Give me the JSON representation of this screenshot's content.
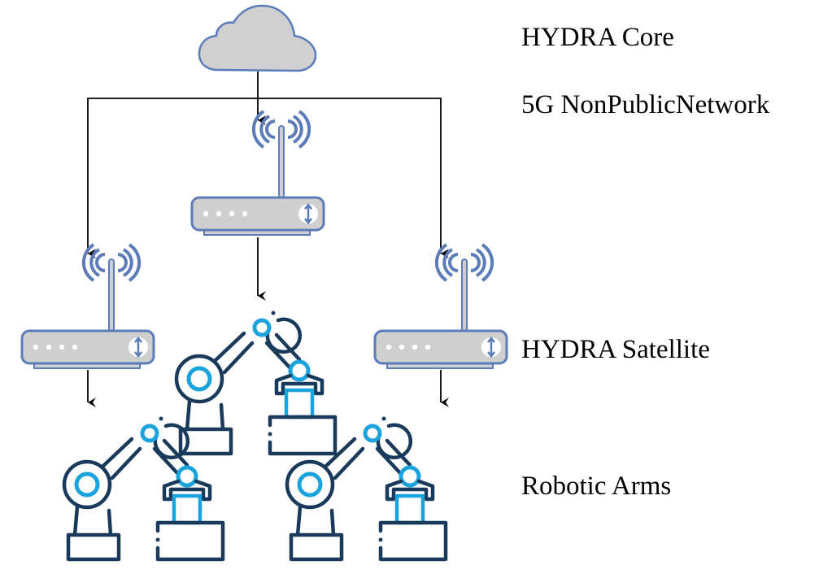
{
  "diagram": {
    "labels": {
      "core": "HYDRA Core",
      "network": "5G NonPublicNetwork",
      "satellite": "HYDRA Satellite",
      "arms": "Robotic Arms"
    },
    "nodes": {
      "cloud": {
        "name": "HYDRA Core",
        "icon": "cloud-icon"
      },
      "routers": [
        {
          "id": "center",
          "icon": "wireless-router-icon"
        },
        {
          "id": "left",
          "icon": "wireless-router-icon"
        },
        {
          "id": "right",
          "icon": "wireless-router-icon"
        }
      ],
      "robot_arms": [
        {
          "id": "top",
          "icon": "robotic-arm-icon"
        },
        {
          "id": "bottom-left",
          "icon": "robotic-arm-icon"
        },
        {
          "id": "bottom-right",
          "icon": "robotic-arm-icon"
        }
      ]
    },
    "edges": [
      {
        "from": "cloud",
        "to": "router-center"
      },
      {
        "from": "cloud",
        "to": "router-left"
      },
      {
        "from": "cloud",
        "to": "router-right"
      },
      {
        "from": "router-center",
        "to": "robot-arm-top"
      },
      {
        "from": "router-left",
        "to": "robot-arm-bottom-left"
      },
      {
        "from": "router-right",
        "to": "robot-arm-bottom-right"
      }
    ],
    "colors": {
      "cloud_fill": "#d0d0d0",
      "device_stroke": "#5b7cb8",
      "router_fill": "#cfcfcf",
      "arm_dark": "#1a3a5c",
      "arm_accent": "#1aa3dc",
      "connector": "#000000"
    }
  }
}
